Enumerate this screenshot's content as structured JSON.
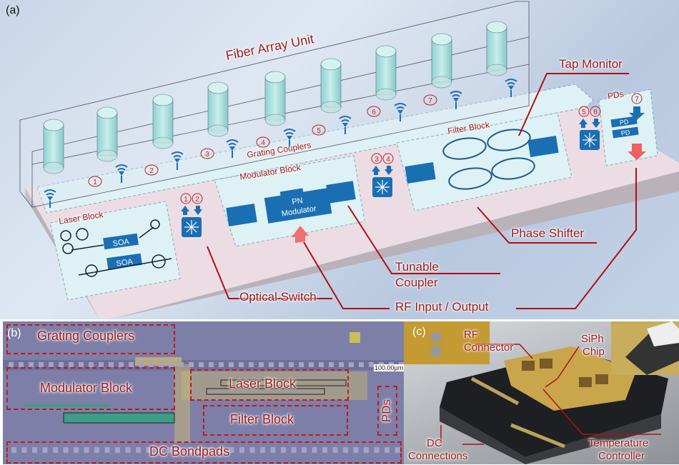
{
  "panel_a": {
    "label": "(a)",
    "title": "Fiber Array Unit",
    "grating_label": "Grating Couplers",
    "blocks": {
      "laser": "Laser Block",
      "modulator": "Modulator Block",
      "filter": "Filter Block",
      "pds": "PDs"
    },
    "soa": "SOA",
    "pn_modulator": [
      "PN",
      "Modulator"
    ],
    "pd": "PD",
    "port_numbers": [
      "1",
      "2",
      "3",
      "4",
      "5",
      "6",
      "7"
    ],
    "switch_ports": [
      [
        "1",
        "2"
      ],
      [
        "3",
        "4"
      ],
      [
        "5",
        "6"
      ],
      [
        "7"
      ]
    ],
    "callouts": {
      "tap_monitor": "Tap Monitor",
      "phase_shifter": "Phase Shifter",
      "tunable": "Tunable",
      "coupler": "Coupler",
      "optical_switch": "Optical Switch",
      "rf_io": "RF Input / Output"
    },
    "colors": {
      "component_blue": "#1a6fb3",
      "label_red": "#a01a1a",
      "chip_pink": "#eadbe3",
      "block_fill": "#dff2f6",
      "fiber": "#a9dede"
    }
  },
  "panel_b": {
    "label": "(b)",
    "scale_bar": "100.00µm",
    "regions": {
      "grating": "Grating Couplers",
      "modulator": "Modulator Block",
      "laser": "Laser Block",
      "filter": "Filter Block",
      "pds": "PDs",
      "dc": "DC Bondpads"
    }
  },
  "panel_c": {
    "label": "(c)",
    "callouts": {
      "rf1": "RF",
      "rf2": "Connector",
      "siph1": "SiPh",
      "siph2": "Chip",
      "dc1": "DC",
      "dc2": "Connections",
      "temp1": "Temperature",
      "temp2": "Controller"
    }
  }
}
